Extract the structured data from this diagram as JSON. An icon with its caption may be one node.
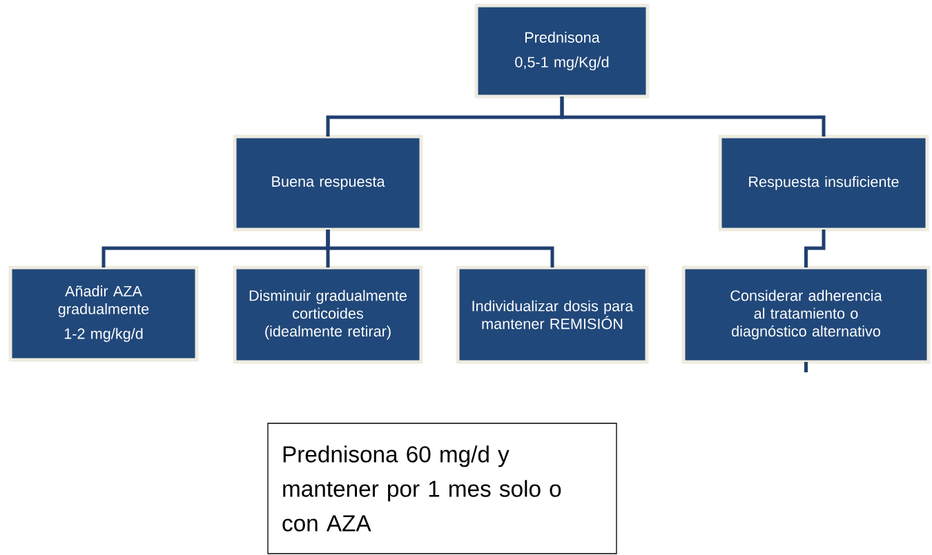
{
  "diagram": {
    "nodes": [
      {
        "text": [
          "Prednisona",
          "0,5-1 mg/Kg/d"
        ]
      },
      {
        "text": [
          "Buena respuesta"
        ]
      },
      {
        "text": [
          "Respuesta insuficiente"
        ]
      },
      {
        "text": [
          "Añadir AZA gradualmente",
          "1-2 mg/kg/d"
        ]
      },
      {
        "text": [
          "Disminuir gradualmente corticoides (idealmente retirar)"
        ]
      },
      {
        "text": [
          "Individualizar dosis para mantener REMISIÓN"
        ]
      },
      {
        "text": [
          "Considerar adherencia al tratamiento o diagnóstico alternativo"
        ]
      },
      {
        "text": [
          "Prednisona 60 mg/d y mantener por 1 mes solo o con AZA"
        ]
      }
    ],
    "edges": [
      {
        "from": 0,
        "to": 1,
        "arrow": "none"
      },
      {
        "from": 0,
        "to": 2,
        "arrow": "none"
      },
      {
        "from": 1,
        "to": 3,
        "arrow": "none"
      },
      {
        "from": 1,
        "to": 4,
        "arrow": "none"
      },
      {
        "from": 1,
        "to": 5,
        "arrow": "none"
      },
      {
        "from": 2,
        "to": 6,
        "arrow": "none"
      },
      {
        "from": 6,
        "to": null,
        "arrow": "none"
      }
    ]
  }
}
